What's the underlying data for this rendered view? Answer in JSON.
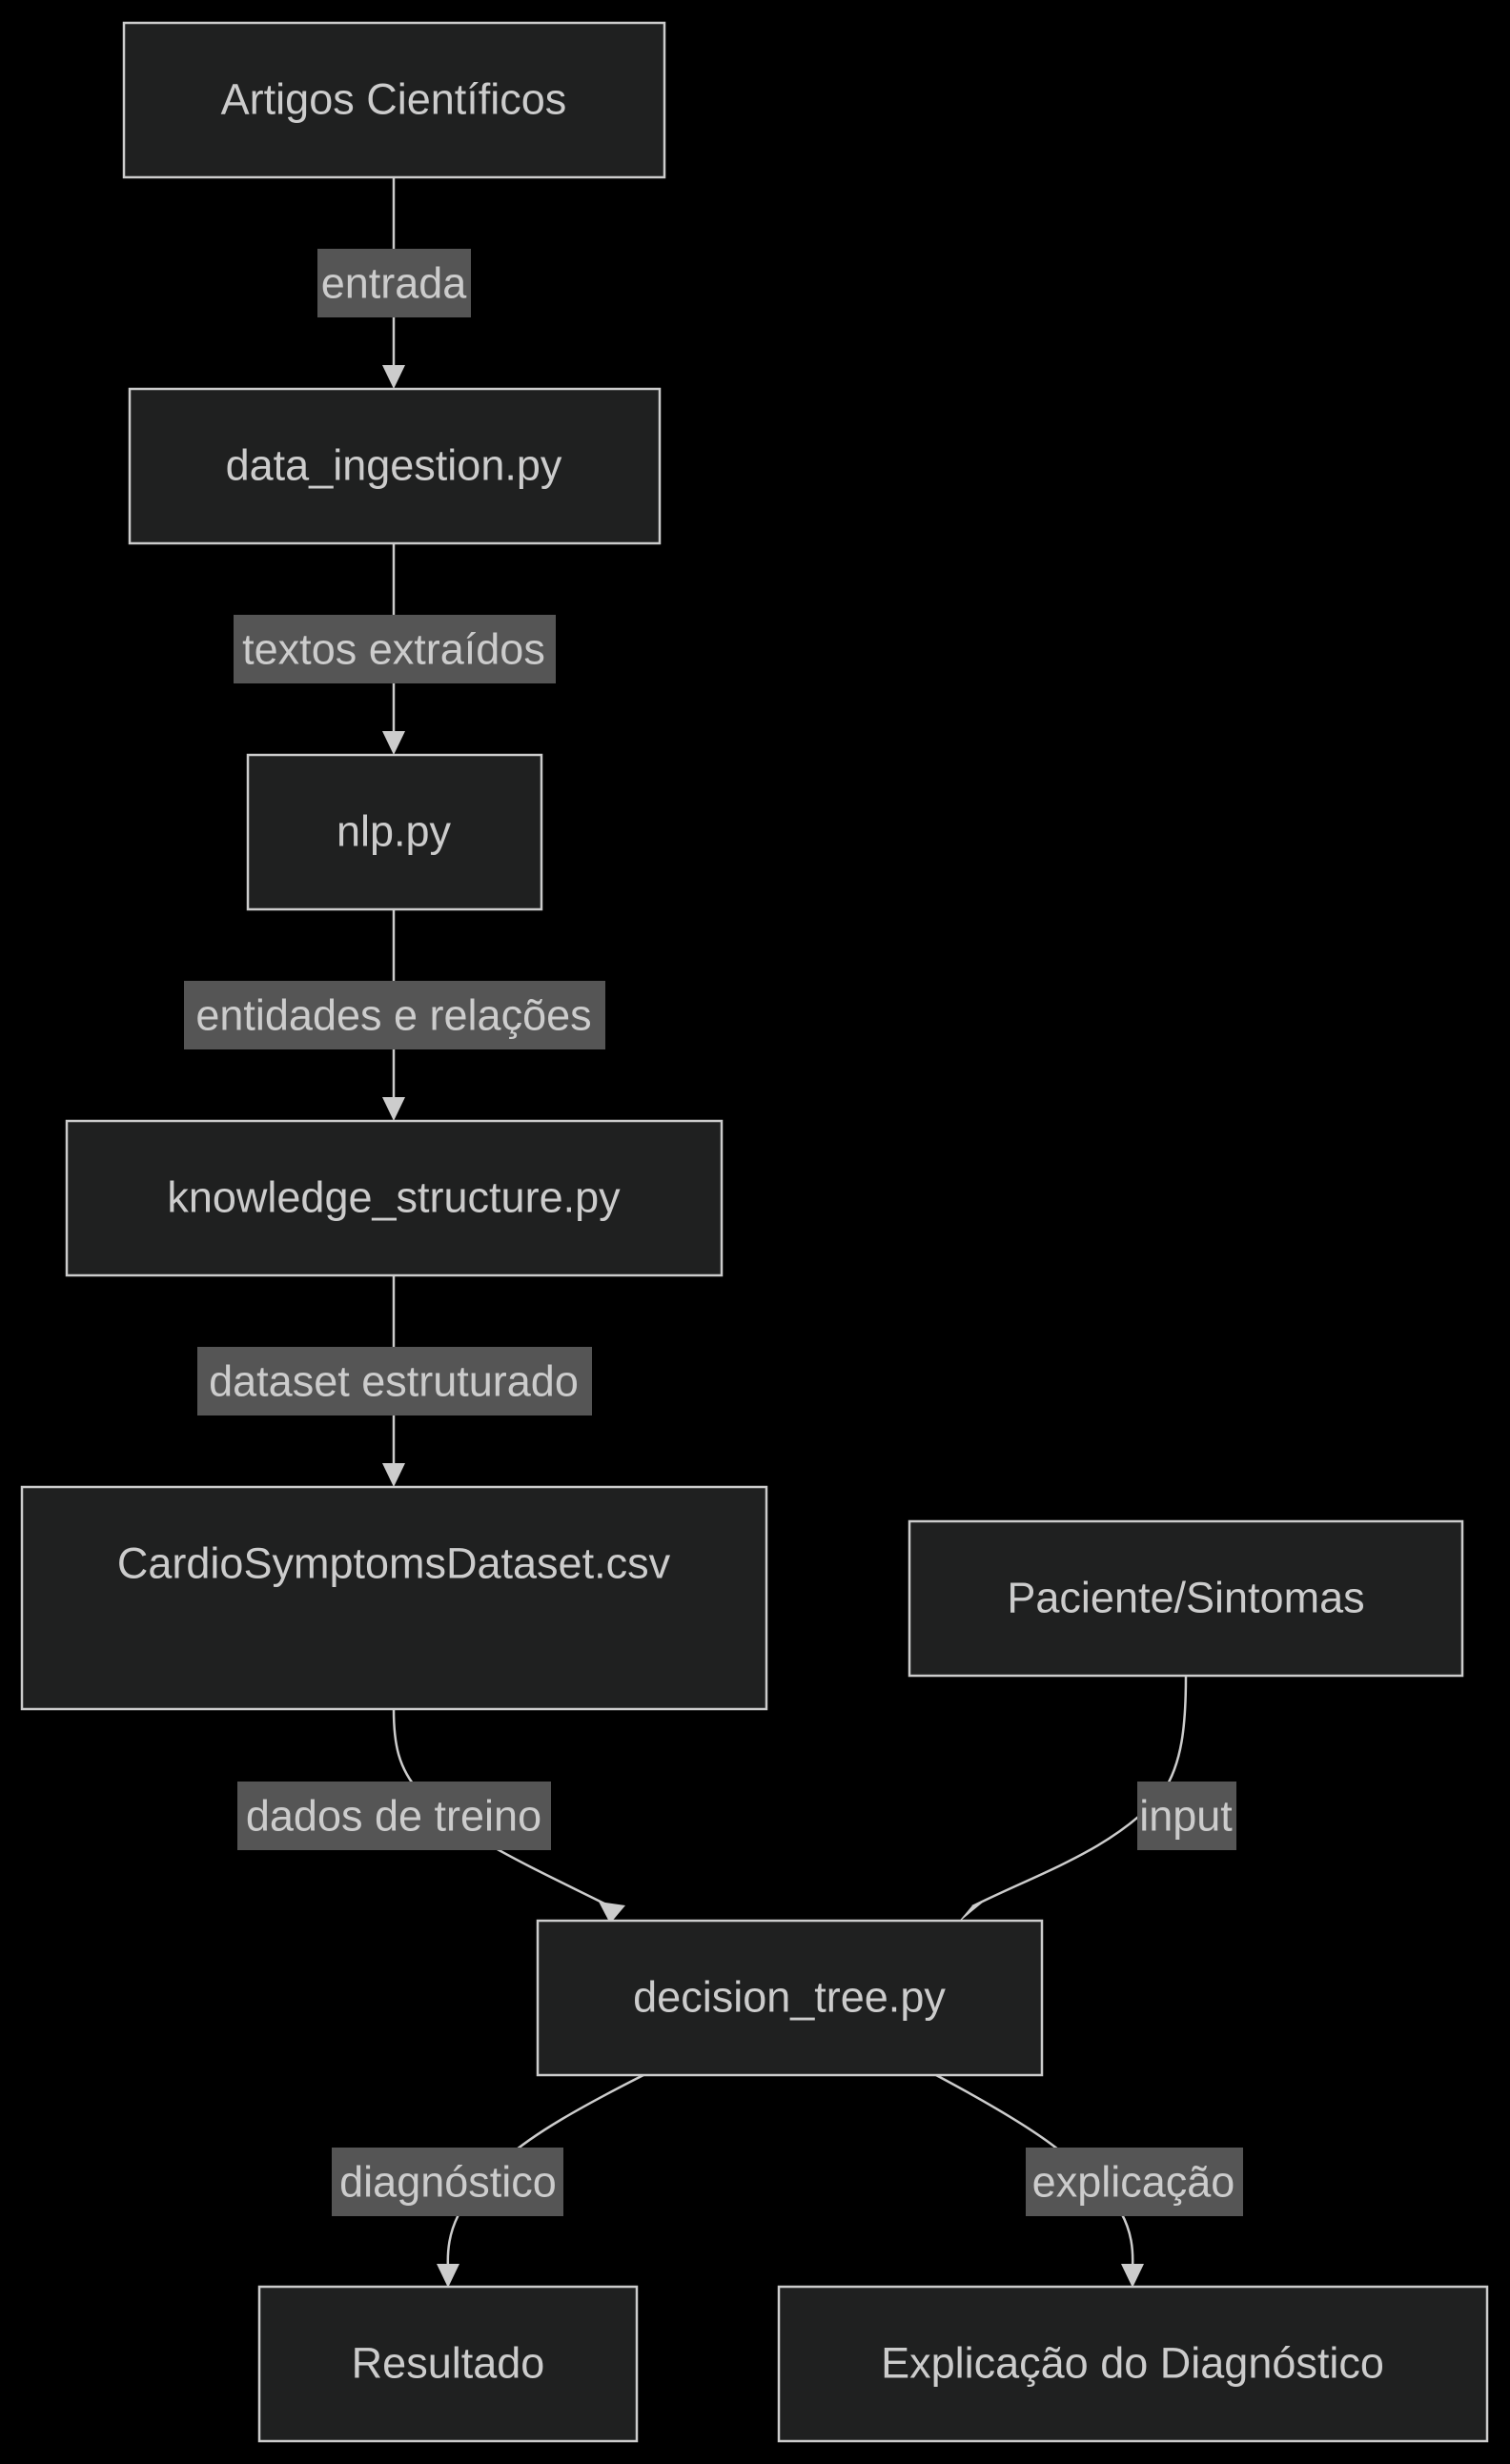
{
  "nodes": {
    "artigos": "Artigos Científicos",
    "ingestion": "data_ingestion.py",
    "nlp": "nlp.py",
    "knowledge": "knowledge_structure.py",
    "dataset": "CardioSymptomsDataset.csv",
    "paciente": "Paciente/Sintomas",
    "tree": "decision_tree.py",
    "resultado": "Resultado",
    "explicacao": "Explicação do Diagnóstico"
  },
  "edges": {
    "entrada": "entrada",
    "textos": "textos extraídos",
    "entidades": "entidades e relações",
    "dataset_estruturado": "dataset estruturado",
    "treino": "dados de treino",
    "input": "input",
    "diagnostico": "diagnóstico",
    "explicacao": "explicação"
  },
  "colors": {
    "background": "#000000",
    "node_fill": "#1f2020",
    "node_stroke": "#cccccc",
    "text": "#cccccc",
    "edge_label_bg": "#555555"
  }
}
